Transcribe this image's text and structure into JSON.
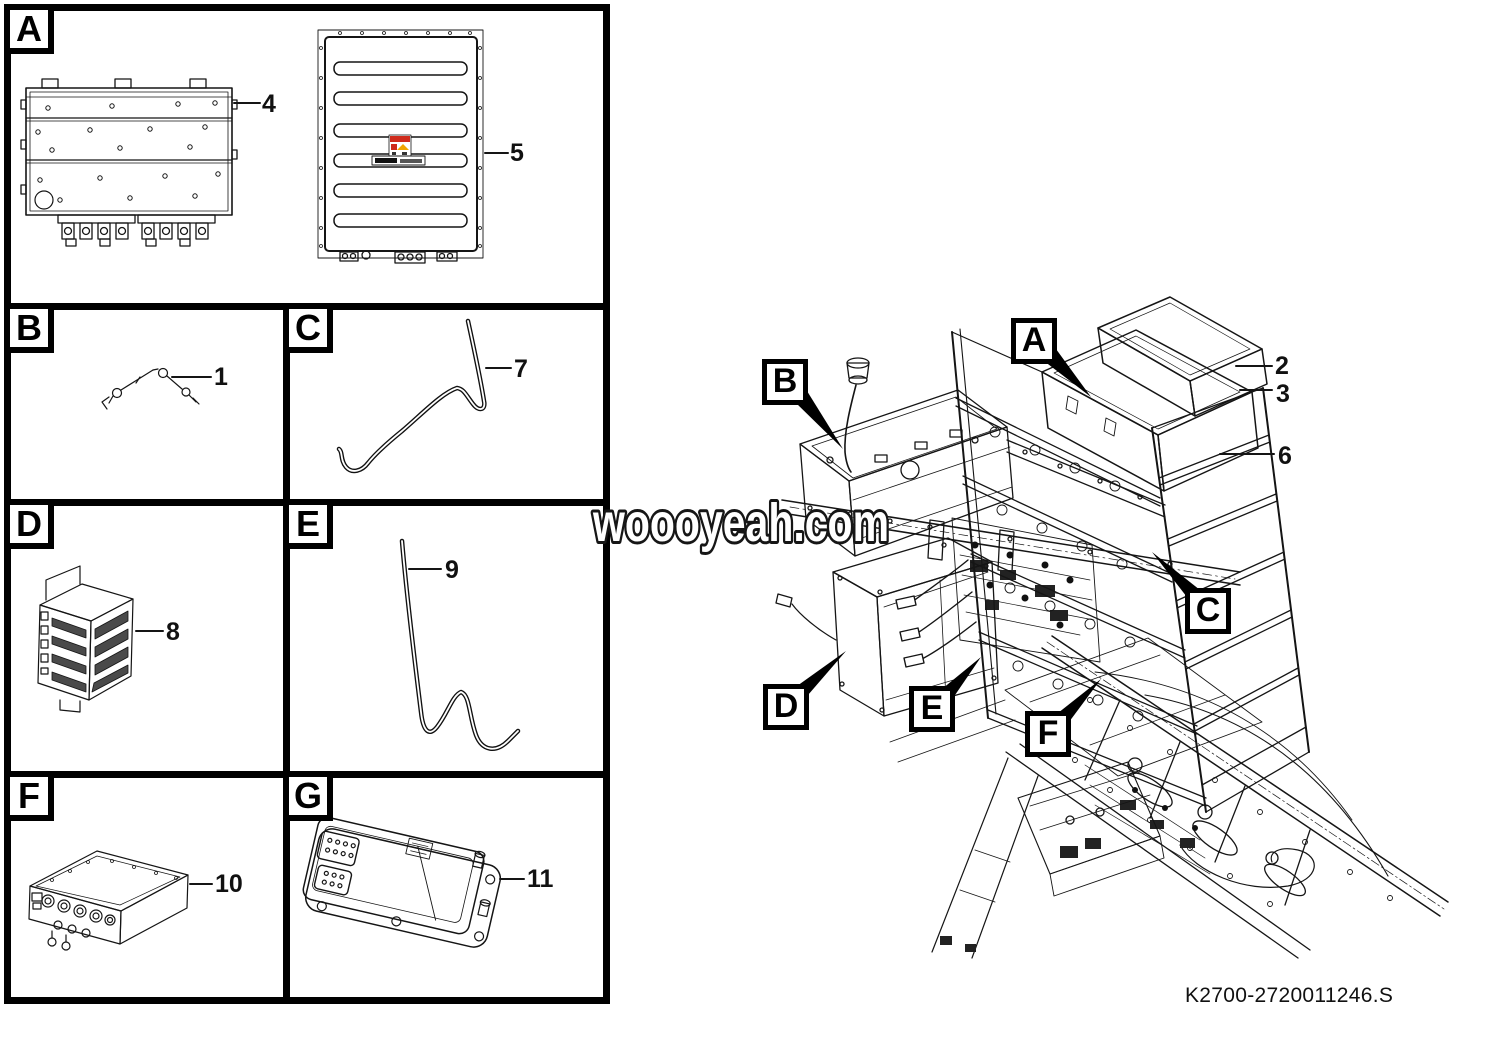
{
  "watermark": {
    "text": "woooyeah.com"
  },
  "drawing_code": {
    "text": "K2700-2720011246.S"
  },
  "colors": {
    "line": "#1a1a1a",
    "warning_red": "#cf2a1b",
    "warning_yellow": "#f0a500"
  },
  "grid": {
    "cells": [
      {
        "tab": "A",
        "parts": [
          {
            "num": "4"
          },
          {
            "num": "5"
          }
        ]
      },
      {
        "tab": "B",
        "parts": [
          {
            "num": "1"
          }
        ]
      },
      {
        "tab": "C",
        "parts": [
          {
            "num": "7"
          }
        ]
      },
      {
        "tab": "D",
        "parts": [
          {
            "num": "8"
          }
        ]
      },
      {
        "tab": "E",
        "parts": [
          {
            "num": "9"
          }
        ]
      },
      {
        "tab": "F",
        "parts": [
          {
            "num": "10"
          }
        ]
      },
      {
        "tab": "G",
        "parts": [
          {
            "num": "11"
          }
        ]
      }
    ]
  },
  "assembly": {
    "callouts": [
      {
        "letter": "A"
      },
      {
        "letter": "B"
      },
      {
        "letter": "C"
      },
      {
        "letter": "D"
      },
      {
        "letter": "E"
      },
      {
        "letter": "F"
      }
    ],
    "refs": [
      {
        "num": "2"
      },
      {
        "num": "3"
      },
      {
        "num": "6"
      }
    ]
  }
}
